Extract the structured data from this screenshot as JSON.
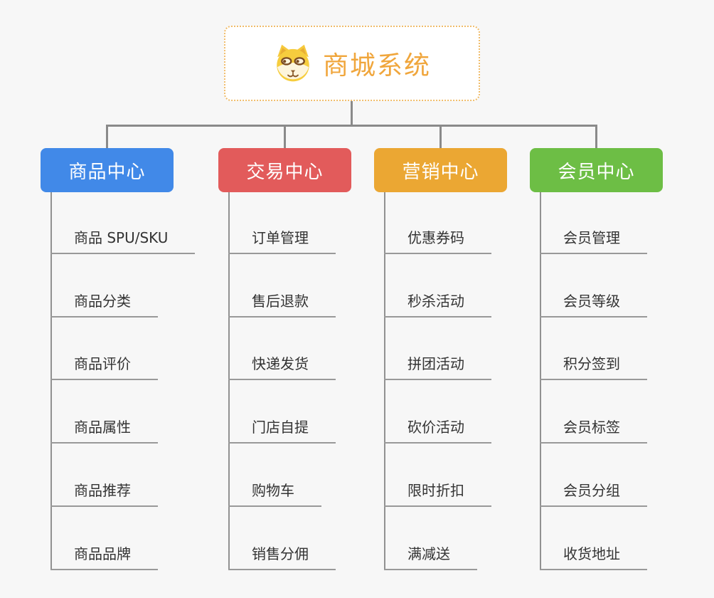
{
  "background": "#f7f7f7",
  "line_color": "#8a8a8a",
  "leaf_line_color": "#999999",
  "leaf_text_color": "#333333",
  "root": {
    "title": "商城系统",
    "icon": "dog-icon",
    "accent_color": "#f0a63c",
    "border_color": "#f0bc6a",
    "background": "#ffffff"
  },
  "branches": [
    {
      "label": "商品中心",
      "color": "#4189e8",
      "children": [
        "商品 SPU/SKU",
        "商品分类",
        "商品评价",
        "商品属性",
        "商品推荐",
        "商品品牌"
      ]
    },
    {
      "label": "交易中心",
      "color": "#e25b5b",
      "children": [
        "订单管理",
        "售后退款",
        "快递发货",
        "门店自提",
        "购物车",
        "销售分佣"
      ]
    },
    {
      "label": "营销中心",
      "color": "#eba733",
      "children": [
        "优惠券码",
        "秒杀活动",
        "拼团活动",
        "砍价活动",
        "限时折扣",
        "满减送"
      ]
    },
    {
      "label": "会员中心",
      "color": "#6dbe45",
      "children": [
        "会员管理",
        "会员等级",
        "积分签到",
        "会员标签",
        "会员分组",
        "收货地址"
      ]
    }
  ]
}
